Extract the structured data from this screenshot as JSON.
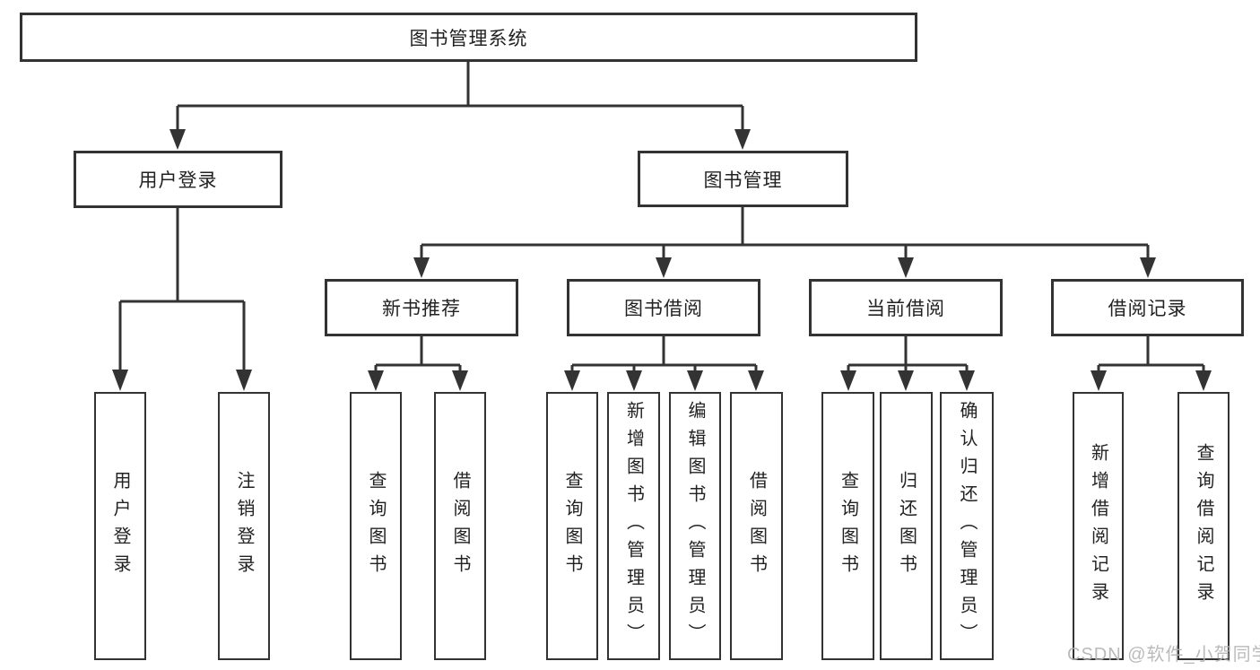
{
  "diagram": {
    "root": {
      "label": "图书管理系统"
    },
    "branches": [
      {
        "label": "用户登录",
        "children": [
          {
            "label": "用户登录"
          },
          {
            "label": "注销登录"
          }
        ]
      },
      {
        "label": "图书管理",
        "groups": [
          {
            "label": "新书推荐",
            "children": [
              {
                "label": "查询图书"
              },
              {
                "label": "借阅图书"
              }
            ]
          },
          {
            "label": "图书借阅",
            "children": [
              {
                "label": "查询图书"
              },
              {
                "label": "新增图书（管理员）"
              },
              {
                "label": "编辑图书（管理员）"
              },
              {
                "label": "借阅图书"
              }
            ]
          },
          {
            "label": "当前借阅",
            "children": [
              {
                "label": "查询图书"
              },
              {
                "label": "归还图书"
              },
              {
                "label": "确认归还（管理员）"
              }
            ]
          },
          {
            "label": "借阅记录",
            "children": [
              {
                "label": "新增借阅记录"
              },
              {
                "label": "查询借阅记录"
              }
            ]
          }
        ]
      }
    ]
  },
  "watermark": {
    "text": "CSDN @软件_小贺同学"
  },
  "colors": {
    "line": "#333333",
    "text": "#222222",
    "watermark": "#b3b3b3",
    "bg": "#ffffff"
  }
}
